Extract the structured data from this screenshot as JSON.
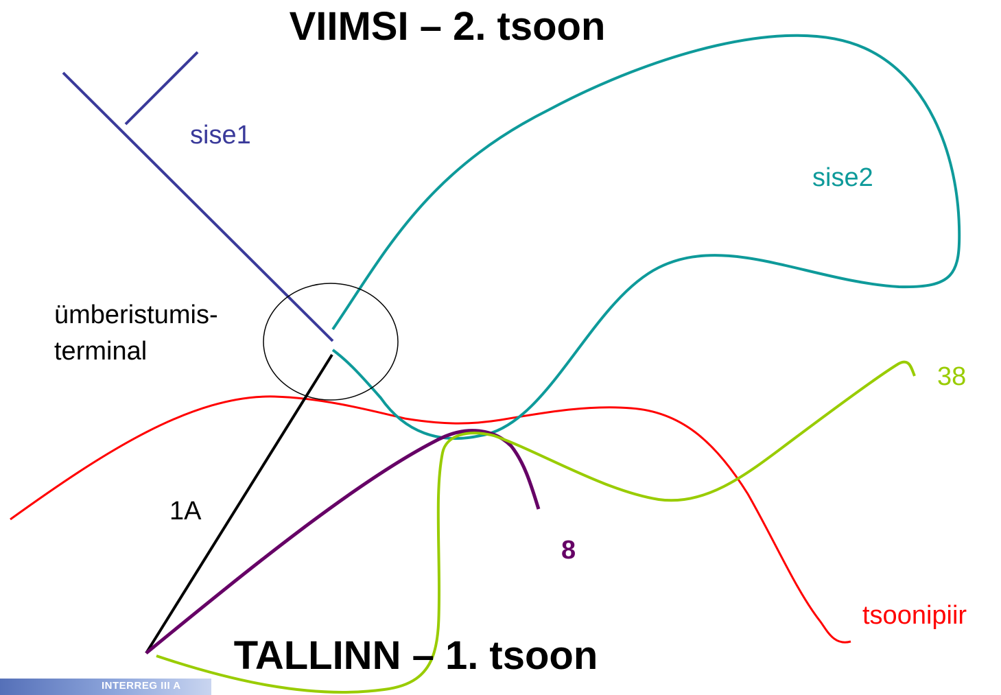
{
  "labels": {
    "top_title": "VIIMSI – 2. tsoon",
    "bottom_title": "TALLINN – 1. tsoon",
    "sise1": "sise1",
    "sise2": "sise2",
    "terminal_line1": "ümberistumis-",
    "terminal_line2": "terminal",
    "route_1A": "1A",
    "route_8": "8",
    "route_38": "38",
    "zone_border": "tsoonipiir",
    "logo": "INTERREG III A"
  },
  "colors": {
    "sise1": "#3a3a9a",
    "sise2": "#0e9a9a",
    "zone_border": "#ff0000",
    "route_1A": "#000000",
    "route_8": "#660066",
    "route_38": "#99cc00",
    "terminal_circle": "#000000"
  }
}
